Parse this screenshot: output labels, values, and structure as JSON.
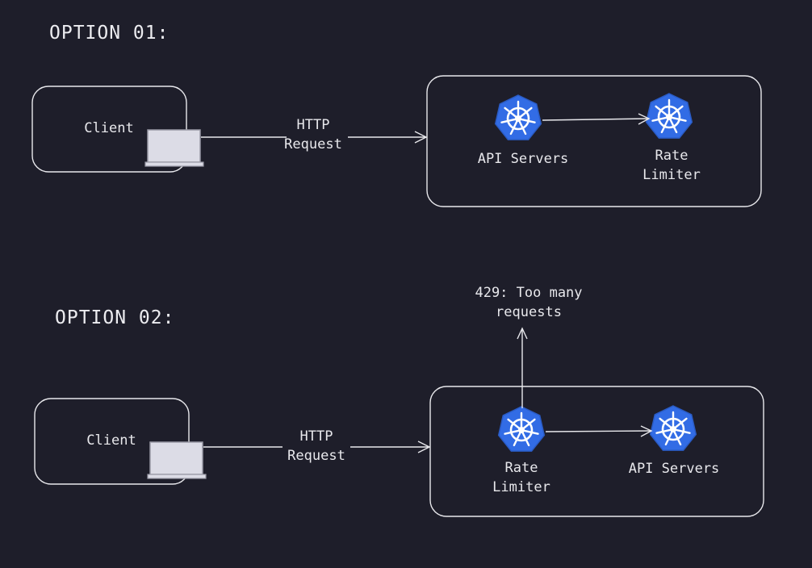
{
  "option1": {
    "heading": "OPTION 01:",
    "client_label": "Client",
    "request_label": [
      "HTTP",
      "Request"
    ],
    "node_a": "API Servers",
    "node_b": [
      "Rate",
      "Limiter"
    ]
  },
  "option2": {
    "heading": "OPTION 02:",
    "client_label": "Client",
    "request_label": [
      "HTTP",
      "Request"
    ],
    "node_a": [
      "Rate",
      "Limiter"
    ],
    "node_b": "API Servers",
    "response_label": [
      "429: Too many",
      "requests"
    ]
  },
  "colors": {
    "background": "#1e1e2a",
    "stroke": "#e8e8ec",
    "k8s_blue": "#326ce5",
    "laptop_screen": "#dcdce6"
  },
  "icons": [
    "laptop-icon",
    "kubernetes-icon"
  ]
}
